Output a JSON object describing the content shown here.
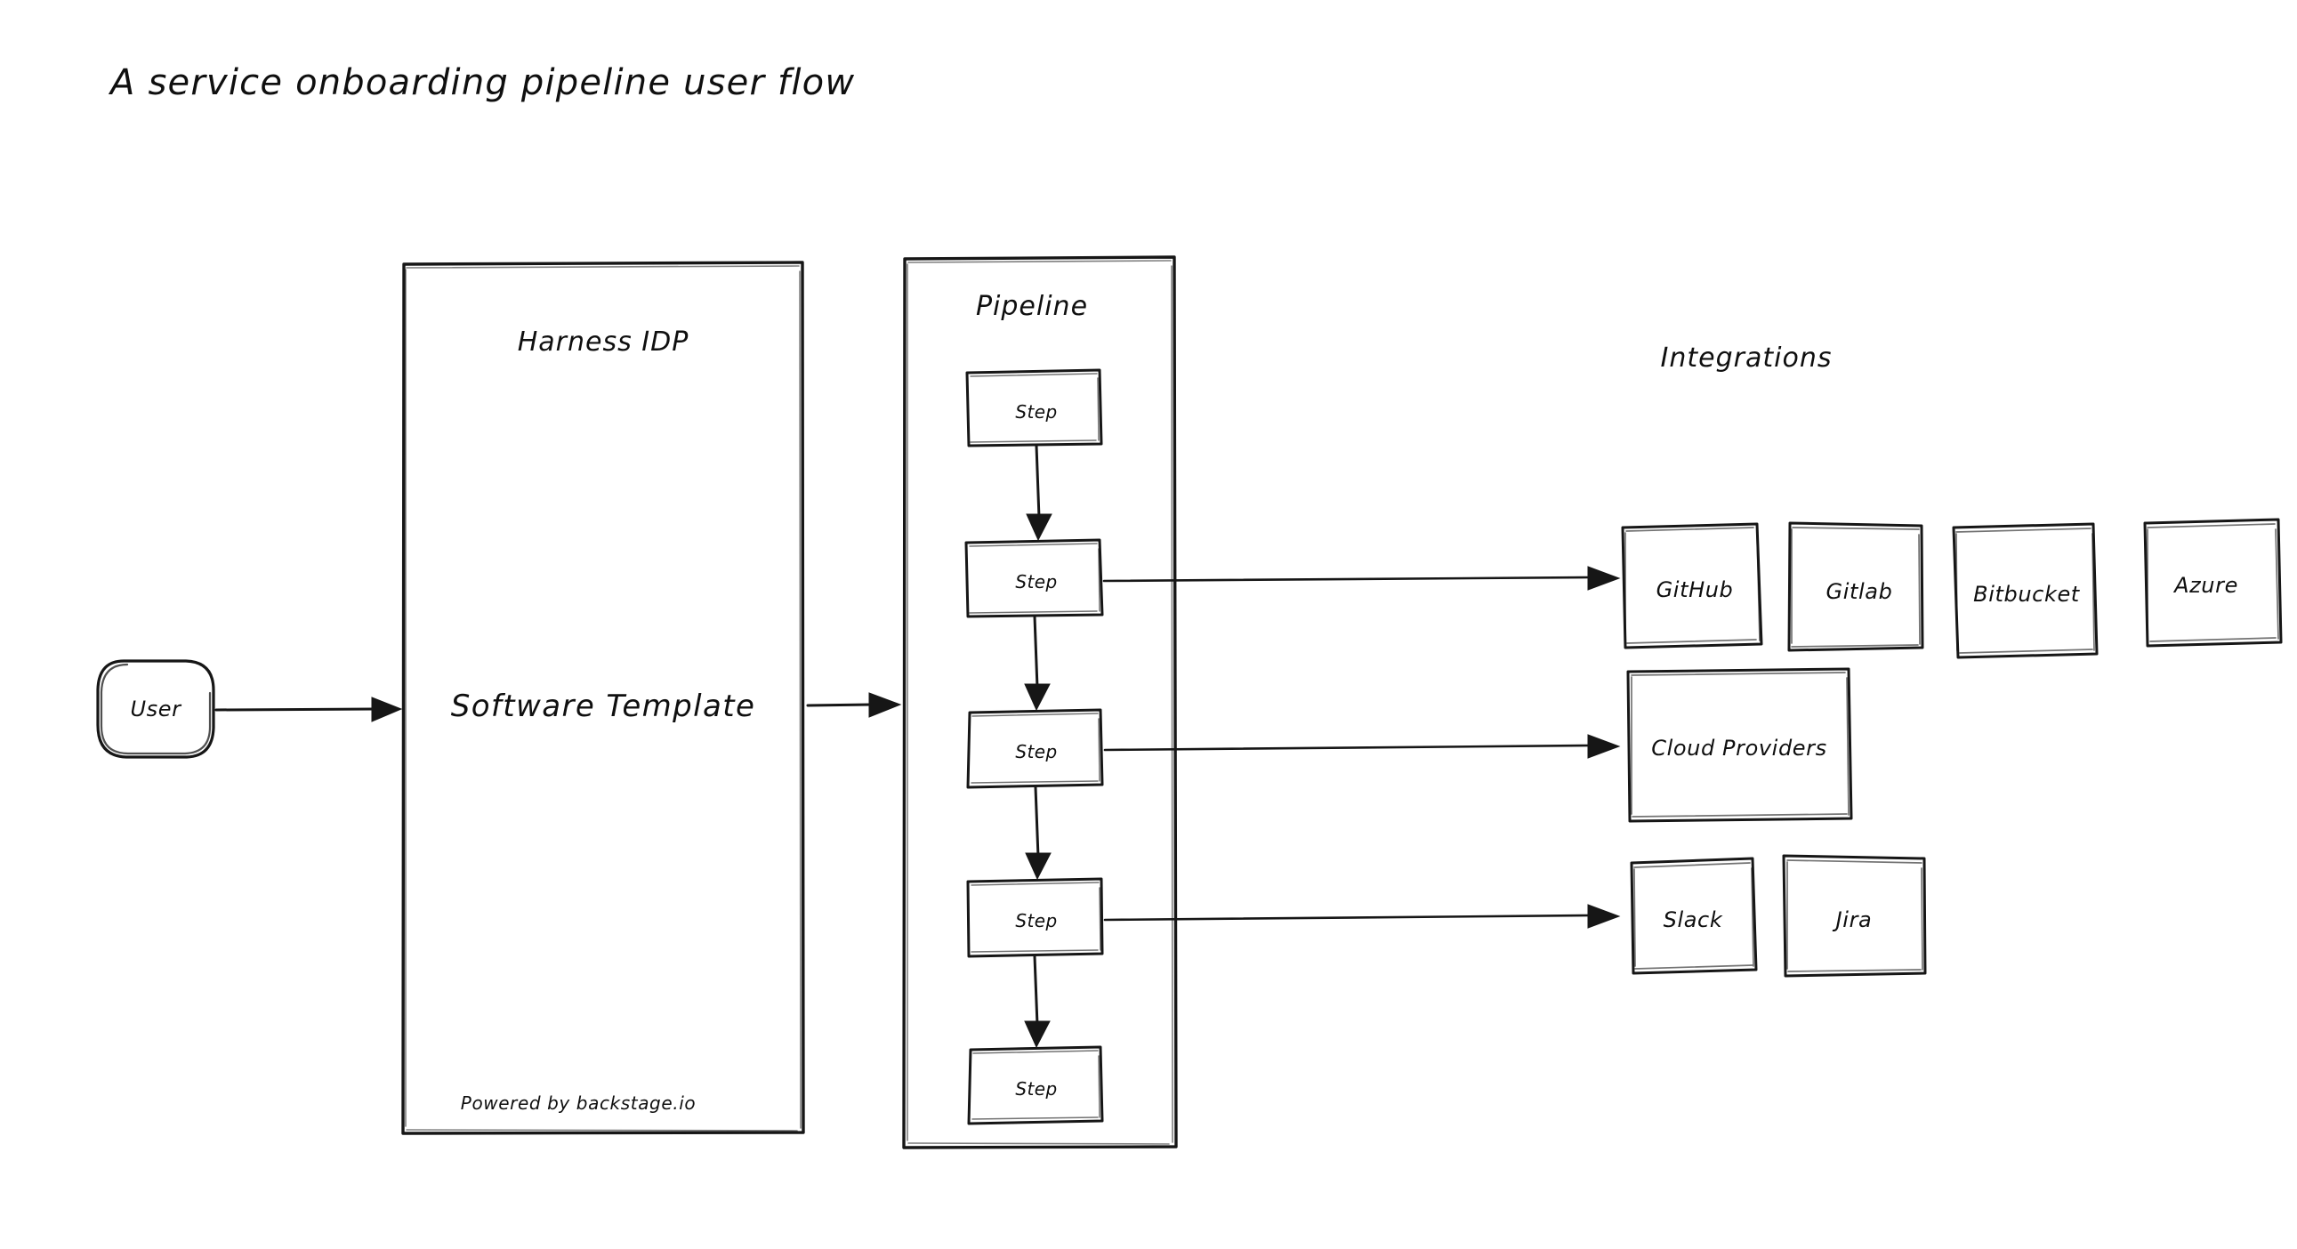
{
  "diagram": {
    "type": "flowchart",
    "style": "hand-drawn-sketch",
    "title": "A service onboarding pipeline user flow",
    "background_color": "#ffffff",
    "stroke_color": "#161616"
  },
  "nodes": {
    "user": {
      "label": "User",
      "shape": "rounded-rectangle"
    },
    "idp_container": {
      "label": "Harness IDP",
      "shape": "rectangle",
      "inner_label": "Software Template",
      "footer": "Powered by backstage.io"
    },
    "pipeline_container": {
      "label": "Pipeline",
      "shape": "rectangle"
    },
    "integrations_group": {
      "label": "Integrations"
    }
  },
  "pipeline_steps": [
    {
      "label": "Step",
      "has_branch": false
    },
    {
      "label": "Step",
      "has_branch": true
    },
    {
      "label": "Step",
      "has_branch": true
    },
    {
      "label": "Step",
      "has_branch": true
    },
    {
      "label": "Step",
      "has_branch": false
    }
  ],
  "integrations": {
    "scm_row": [
      {
        "label": "GitHub"
      },
      {
        "label": "Gitlab"
      },
      {
        "label": "Bitbucket"
      },
      {
        "label": "Azure"
      }
    ],
    "cloud_row": [
      {
        "label": "Cloud Providers"
      }
    ],
    "tools_row": [
      {
        "label": "Slack"
      },
      {
        "label": "Jira"
      }
    ]
  },
  "connections": [
    {
      "from": "user",
      "to": "idp_container",
      "kind": "arrow"
    },
    {
      "from": "idp_container",
      "to": "pipeline_container",
      "kind": "arrow"
    },
    {
      "from": "step_2",
      "to": "scm_row",
      "kind": "arrow"
    },
    {
      "from": "step_3",
      "to": "cloud_row",
      "kind": "arrow"
    },
    {
      "from": "step_4",
      "to": "tools_row",
      "kind": "arrow"
    },
    {
      "from": "step_1",
      "to": "step_2",
      "kind": "arrow-down"
    },
    {
      "from": "step_2",
      "to": "step_3",
      "kind": "arrow-down"
    },
    {
      "from": "step_3",
      "to": "step_4",
      "kind": "arrow-down"
    },
    {
      "from": "step_4",
      "to": "step_5",
      "kind": "arrow-down"
    }
  ]
}
